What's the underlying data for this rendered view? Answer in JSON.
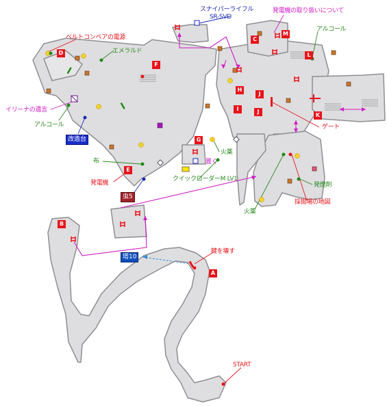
{
  "colors": {
    "floor": "#dedee0",
    "wall": "#8e8e93",
    "marker_red": "#e8141b",
    "label_green": "#2a8a1f",
    "label_magenta": "#d11bc8",
    "label_blue": "#1a2ab3"
  },
  "markers": {
    "letters": [
      "D",
      "C",
      "M",
      "F",
      "L",
      "H",
      "J",
      "J",
      "I",
      "K",
      "G",
      "E",
      "B",
      "A"
    ]
  },
  "labels": {
    "sniper_rifle": "スナイパーライフル",
    "sr_svd": "SR-SVD",
    "generator_manual": "発電機の取り扱いについて",
    "belt_power": "ベルトコンベアの電源",
    "emerald": "エメラルド",
    "alcohol_right": "アルコール",
    "iliana_note": "イリーナの遺言",
    "alcohol_left": "アルコール",
    "kaizo_dai": "改造台",
    "cloth": "布",
    "generator": "発電機",
    "mushi5": "虫5",
    "gate": "ゲート",
    "gunpowder_center": "火薬",
    "oku": "置く",
    "quick_loader": "クイックローダーM LV1",
    "hatsuen_zai": "発煙剤",
    "mine_map": "採掘場の地図",
    "gunpowder_bottom": "火薬",
    "tou10": "塔10",
    "break_lock": "鍵を壊す",
    "start": "START"
  },
  "icons": [
    "sun-herb-icon",
    "item-box-icon",
    "ladder-icon",
    "door-icon",
    "typewriter-icon",
    "diamond-icon",
    "gem-icon"
  ]
}
